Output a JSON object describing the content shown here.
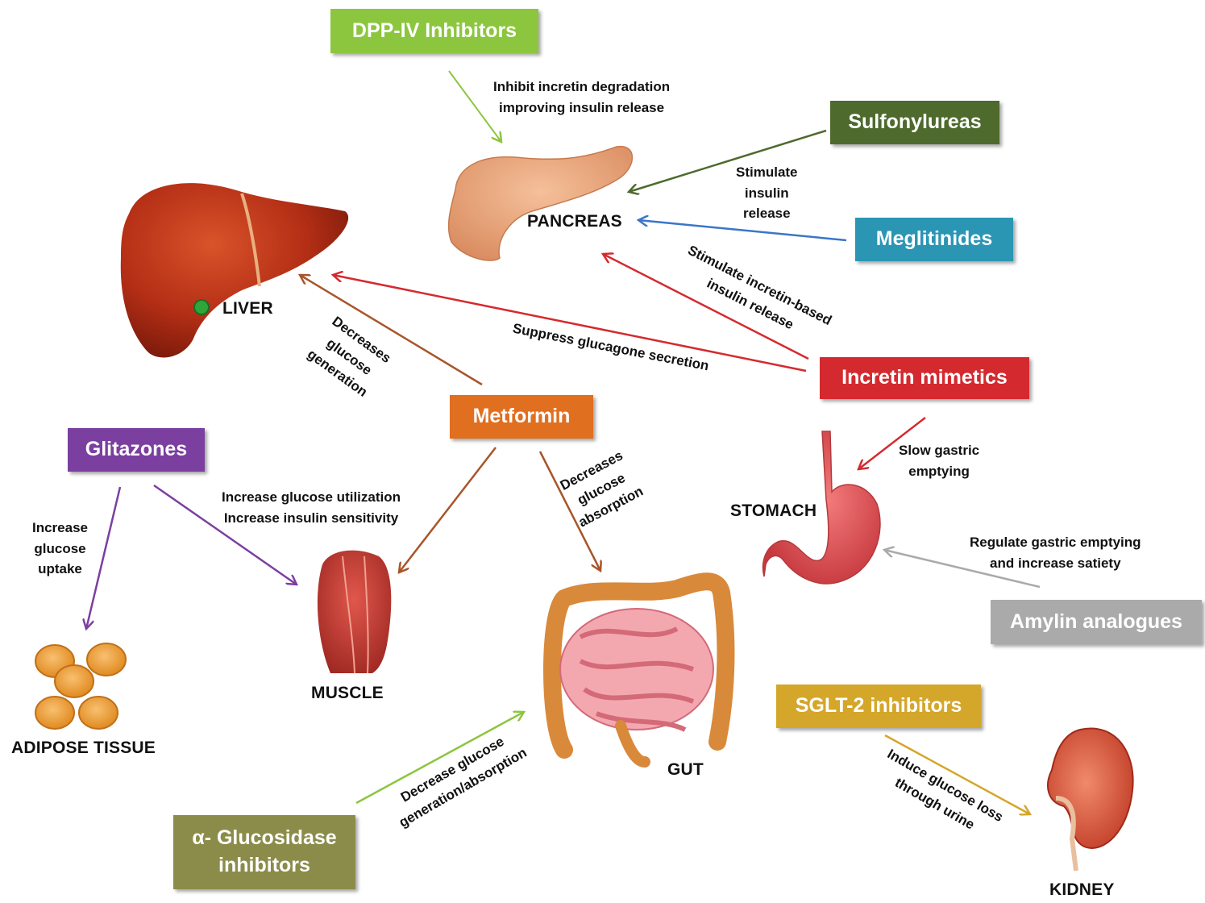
{
  "drugs": {
    "dpp4": {
      "label": "DPP-IV Inhibitors",
      "color": "#8cc63f"
    },
    "sulfonylureas": {
      "label": "Sulfonylureas",
      "color": "#4e6a2d"
    },
    "meglitinides": {
      "label": "Meglitinides",
      "color": "#2b95b4"
    },
    "incretin": {
      "label": "Incretin mimetics",
      "color": "#d42a2f"
    },
    "metformin": {
      "label": "Metformin",
      "color": "#e06f20"
    },
    "glitazones": {
      "label": "Glitazones",
      "color": "#7b3fa0"
    },
    "amylin": {
      "label": "Amylin analogues",
      "color": "#aaaaaa"
    },
    "sglt2": {
      "label": "SGLT-2 inhibitors",
      "color": "#d4a62a"
    },
    "alpha": {
      "line1": "α- Glucosidase",
      "line2": "inhibitors",
      "color": "#8c8c4a"
    }
  },
  "organs": {
    "pancreas": "PANCREAS",
    "liver": "LIVER",
    "stomach": "STOMACH",
    "muscle": "MUSCLE",
    "gut": "GUT",
    "adipose": "ADIPOSE TISSUE",
    "kidney": "KIDNEY"
  },
  "annotations": {
    "dpp4": [
      "Inhibit incretin degradation",
      "improving insulin release"
    ],
    "sulfonylureas": [
      "Stimulate",
      "insulin",
      "release"
    ],
    "incretin_pancreas": [
      "Stimulate incretin-based",
      "insulin release"
    ],
    "incretin_liver": "Suppress glucagone secretion",
    "metformin_liver": [
      "Decreases",
      "glucose",
      "generation"
    ],
    "metformin_muscle": [
      "Increase glucose utilization",
      "Increase insulin sensitivity"
    ],
    "metformin_gut": [
      "Decreases",
      "glucose",
      "absorption"
    ],
    "glitazones_adipose": [
      "Increase",
      "glucose",
      "uptake"
    ],
    "incretin_stomach": [
      "Slow gastric",
      "emptying"
    ],
    "amylin": [
      "Regulate gastric emptying",
      "and increase satiety"
    ],
    "alpha": [
      "Decrease glucose",
      "generation/absorption"
    ],
    "sglt2": [
      "Induce glucose loss",
      "through urine"
    ]
  }
}
